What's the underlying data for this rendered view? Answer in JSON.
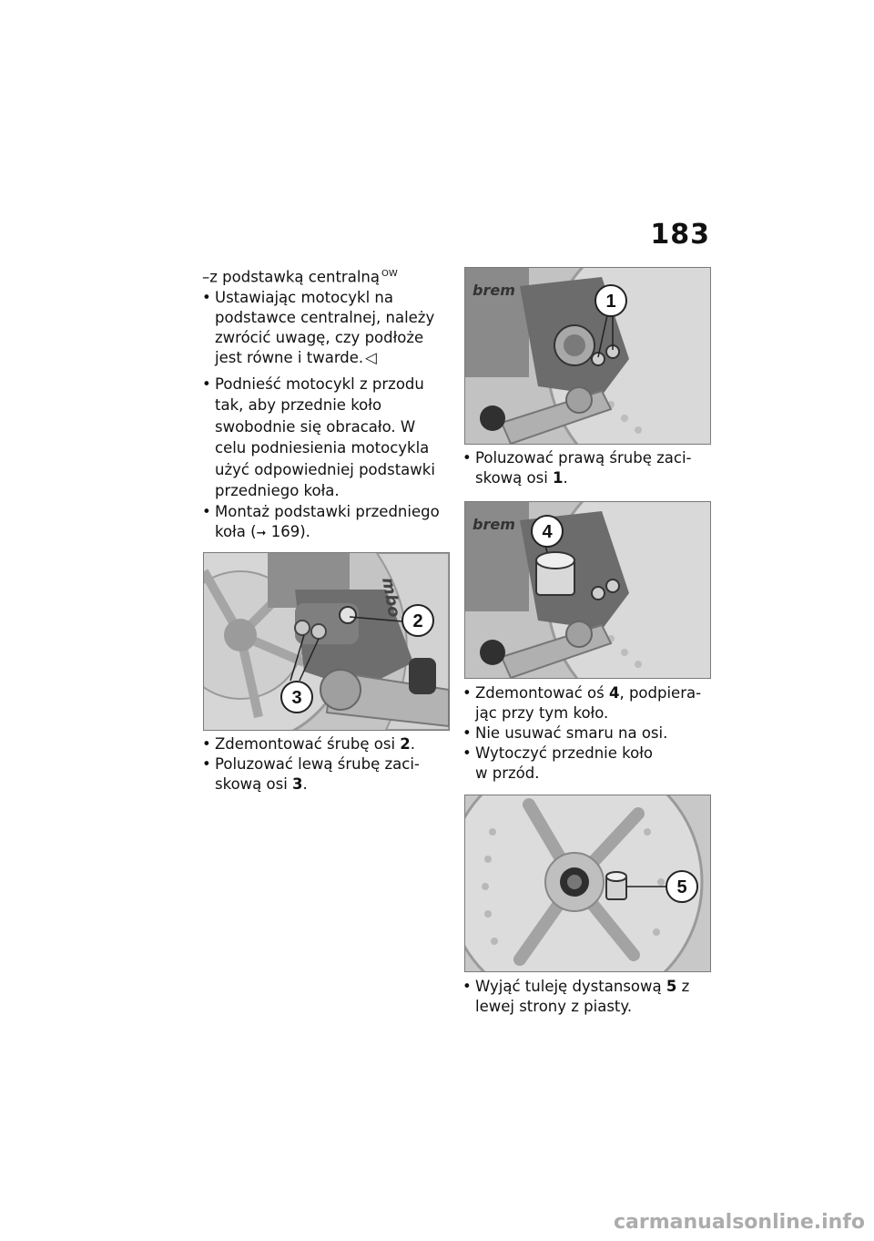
{
  "page": {
    "number": "183"
  },
  "left_column": {
    "line1": "–z podstawką centralną",
    "line1_sup": "OW",
    "p1": [
      "Ustawiając motocykl na",
      "podstawce centralnej, należy",
      "zwrócić uwagę, czy podłoże",
      "jest równe i twarde."
    ],
    "end_mark": "◁",
    "p2": [
      "Podnieść motocykl z przodu",
      "tak, aby przednie koło",
      "swobodnie się obracało. W",
      "celu podniesienia motocykla",
      "użyć odpowiedniej podstawki",
      "przedniego koła."
    ],
    "p3_line1": "Montaż podstawki przedniego",
    "p3_line2_pre": "koła (",
    "p3_arrow": "➞",
    "p3_line2_post": " 169).",
    "p4_pre": "Zdemontować śrubę osi ",
    "p4_num": "2",
    "p4_post": ".",
    "p5_line1": "Poluzować lewą śrubę zaci-",
    "p5_line2_pre": "skową osi ",
    "p5_num": "3",
    "p5_post": "."
  },
  "right_column": {
    "p1_line1": "Poluzować prawą śrubę zaci-",
    "p1_line2_pre": "skową osi ",
    "p1_num": "1",
    "p1_post": ".",
    "p2_line1_pre": "Zdemontować oś ",
    "p2_num": "4",
    "p2_line1_post": ", podpiera-",
    "p2_line2": "jąc przy tym koło.",
    "p3": "Nie usuwać smaru na osi.",
    "p4_line1": "Wytoczyć przednie koło",
    "p4_line2": "w przód.",
    "p5_line1_pre": "Wyjąć tuleję dystansową ",
    "p5_num": "5",
    "p5_line1_post": " z",
    "p5_line2": "lewej strony z piasty."
  },
  "figures": {
    "fig_left": {
      "callouts": [
        "2",
        "3"
      ]
    },
    "fig_right_1": {
      "callout": "1",
      "brand_text": "brem"
    },
    "fig_right_2": {
      "callout": "4",
      "brand_text": "brem"
    },
    "fig_right_3": {
      "callout": "5"
    },
    "fig_left_brand": "mbo"
  },
  "footer": {
    "watermark": "carmanualsonline.info"
  }
}
